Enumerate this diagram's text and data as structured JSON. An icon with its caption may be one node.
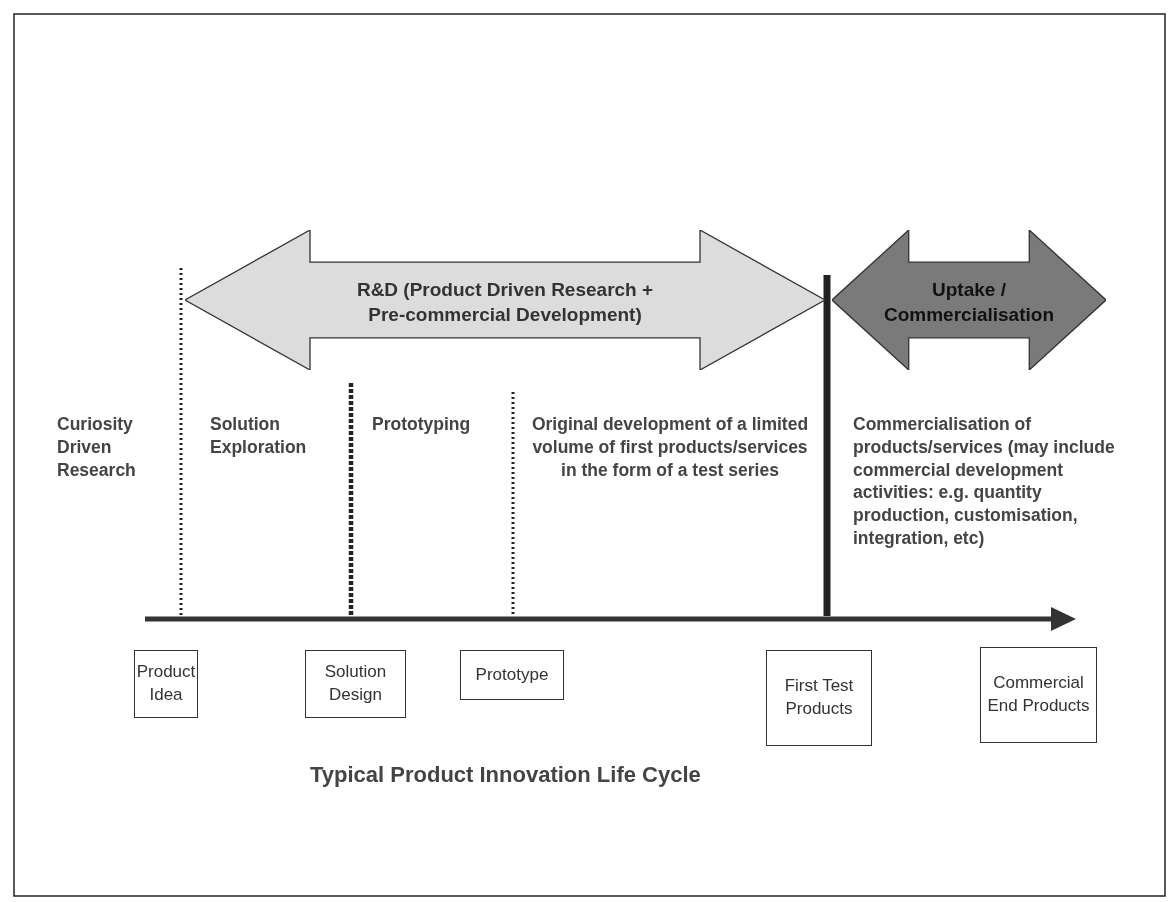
{
  "diagram": {
    "caption": "Typical Product Innovation Life Cycle",
    "nodes": [
      {
        "text": [
          "R&D (Product Driven Research + Pre-commercial Development)"
        ]
      },
      {
        "text": [
          "Uptake / Commercialisation"
        ]
      },
      {
        "text": [
          "Product Idea"
        ]
      },
      {
        "text": [
          "Solution Design"
        ]
      },
      {
        "text": [
          "Prototype"
        ]
      },
      {
        "text": [
          "First Test Products"
        ]
      },
      {
        "text": [
          "Commercial End Products"
        ]
      }
    ],
    "labels": [
      "Curiosity Driven Research",
      "Solution Exploration",
      "Prototyping",
      "Original development of a limited volume of first products/services in the form of a test series",
      "Commercialisation of products/services (may include commercial development activities: e.g. quantity production, customisation, integration, etc)"
    ]
  }
}
